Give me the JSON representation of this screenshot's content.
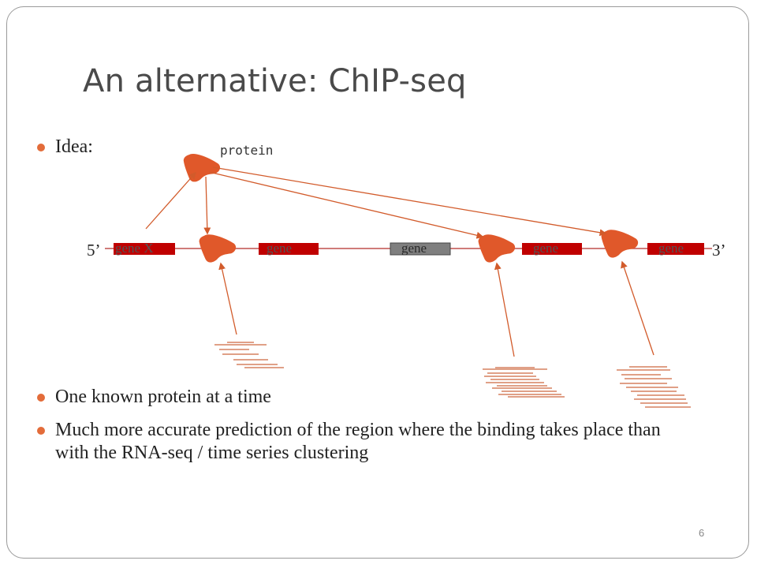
{
  "slide": {
    "title": "An alternative: ChIP-seq",
    "bullets": [
      "Idea:",
      "One known protein at a time",
      "Much more accurate prediction of the region where the binding takes place than with the RNA-seq / time series clustering"
    ],
    "page_number": "6"
  },
  "diagram": {
    "protein_label": "protein",
    "five_prime_label": "5’",
    "three_prime_label": "3’",
    "genes": [
      {
        "label": "gene X",
        "color": "#c00000"
      },
      {
        "label": "gene",
        "color": "#c00000"
      },
      {
        "label": "gene",
        "color": "#7f7f7f"
      },
      {
        "label": "gene",
        "color": "#c00000"
      },
      {
        "label": "gene",
        "color": "#c00000"
      }
    ],
    "colors": {
      "protein": "#e0582a",
      "arrow": "#d25b2b",
      "dna_line": "#c0504d",
      "read": "#c0400f",
      "bullet": "#e36c3a"
    }
  }
}
